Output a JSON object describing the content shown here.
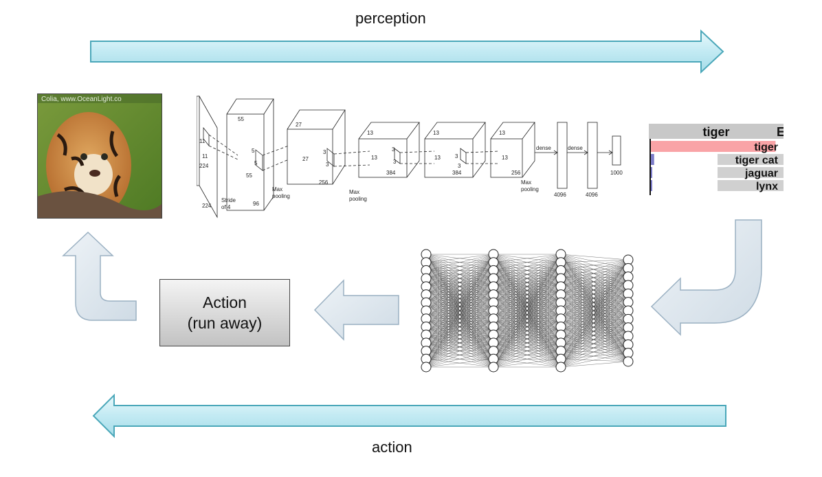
{
  "labels": {
    "perception": "perception",
    "action": "action"
  },
  "action_box": {
    "line1": "Action",
    "line2": "(run away)"
  },
  "photo": {
    "watermark": "Colia, www.OceanLight.co"
  },
  "cnn": {
    "input": [
      "11",
      "11",
      "224",
      "224",
      "Stride",
      "of 4"
    ],
    "conv1": [
      "55",
      "5",
      "5",
      "55",
      "96",
      "Max",
      "pooling"
    ],
    "conv2": [
      "27",
      "3",
      "3",
      "27",
      "256",
      "Max",
      "pooling"
    ],
    "conv3": [
      "13",
      "3",
      "3",
      "13",
      "384"
    ],
    "conv4": [
      "13",
      "3",
      "3",
      "13",
      "384"
    ],
    "conv5": [
      "13",
      "13",
      "256",
      "Max",
      "pooling"
    ],
    "dense": [
      "dense",
      "dense",
      "4096",
      "4096",
      "1000"
    ]
  },
  "predictions": {
    "header": "tiger",
    "header_cut": "E",
    "items": [
      {
        "label": "tiger",
        "value": 0.95
      },
      {
        "label": "tiger cat",
        "value": 0.03
      },
      {
        "label": "jaguar",
        "value": 0.01
      },
      {
        "label": "lynx",
        "value": 0.005
      }
    ]
  },
  "colors": {
    "arrow_fill": "#c8ecf4",
    "arrow_stroke": "#4aa7b9",
    "big_arrow": "#dce6ee",
    "bar": "#f9a3a6"
  }
}
